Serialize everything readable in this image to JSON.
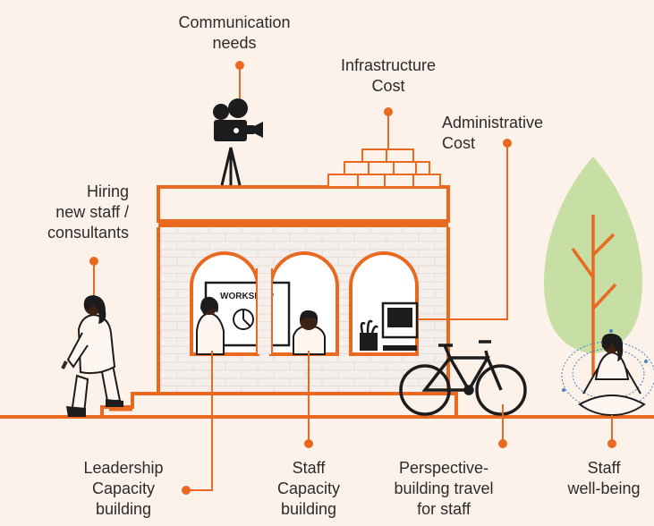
{
  "labels": {
    "communication": [
      "Communication",
      "needs"
    ],
    "infrastructure": [
      "Infrastructure",
      "Cost"
    ],
    "administrative": [
      "Administrative",
      "Cost"
    ],
    "hiring": [
      "Hiring",
      "new staff /",
      "consultants"
    ],
    "leadership": [
      "Leadership",
      "Capacity",
      "building"
    ],
    "staff_capacity": [
      "Staff",
      "Capacity",
      "building"
    ],
    "travel": [
      "Perspective-",
      "building travel",
      "for staff"
    ],
    "wellbeing": [
      "Staff",
      "well-being"
    ]
  },
  "poster_text": "WORKSHOP",
  "colors": {
    "background": "#fdf2ea",
    "accent": "#e8691f",
    "dark": "#1c1c1c",
    "skin": "#3d2216",
    "building_wall": "#f2ede8",
    "tree": "#c7dea4",
    "text": "#2b2b2b"
  },
  "icons": [
    "video-camera-icon",
    "bricks-icon",
    "computer-monitor-icon",
    "plant-icon",
    "bicycle-icon",
    "tree-icon",
    "person-climbing-icon",
    "person-meditating-icon"
  ]
}
